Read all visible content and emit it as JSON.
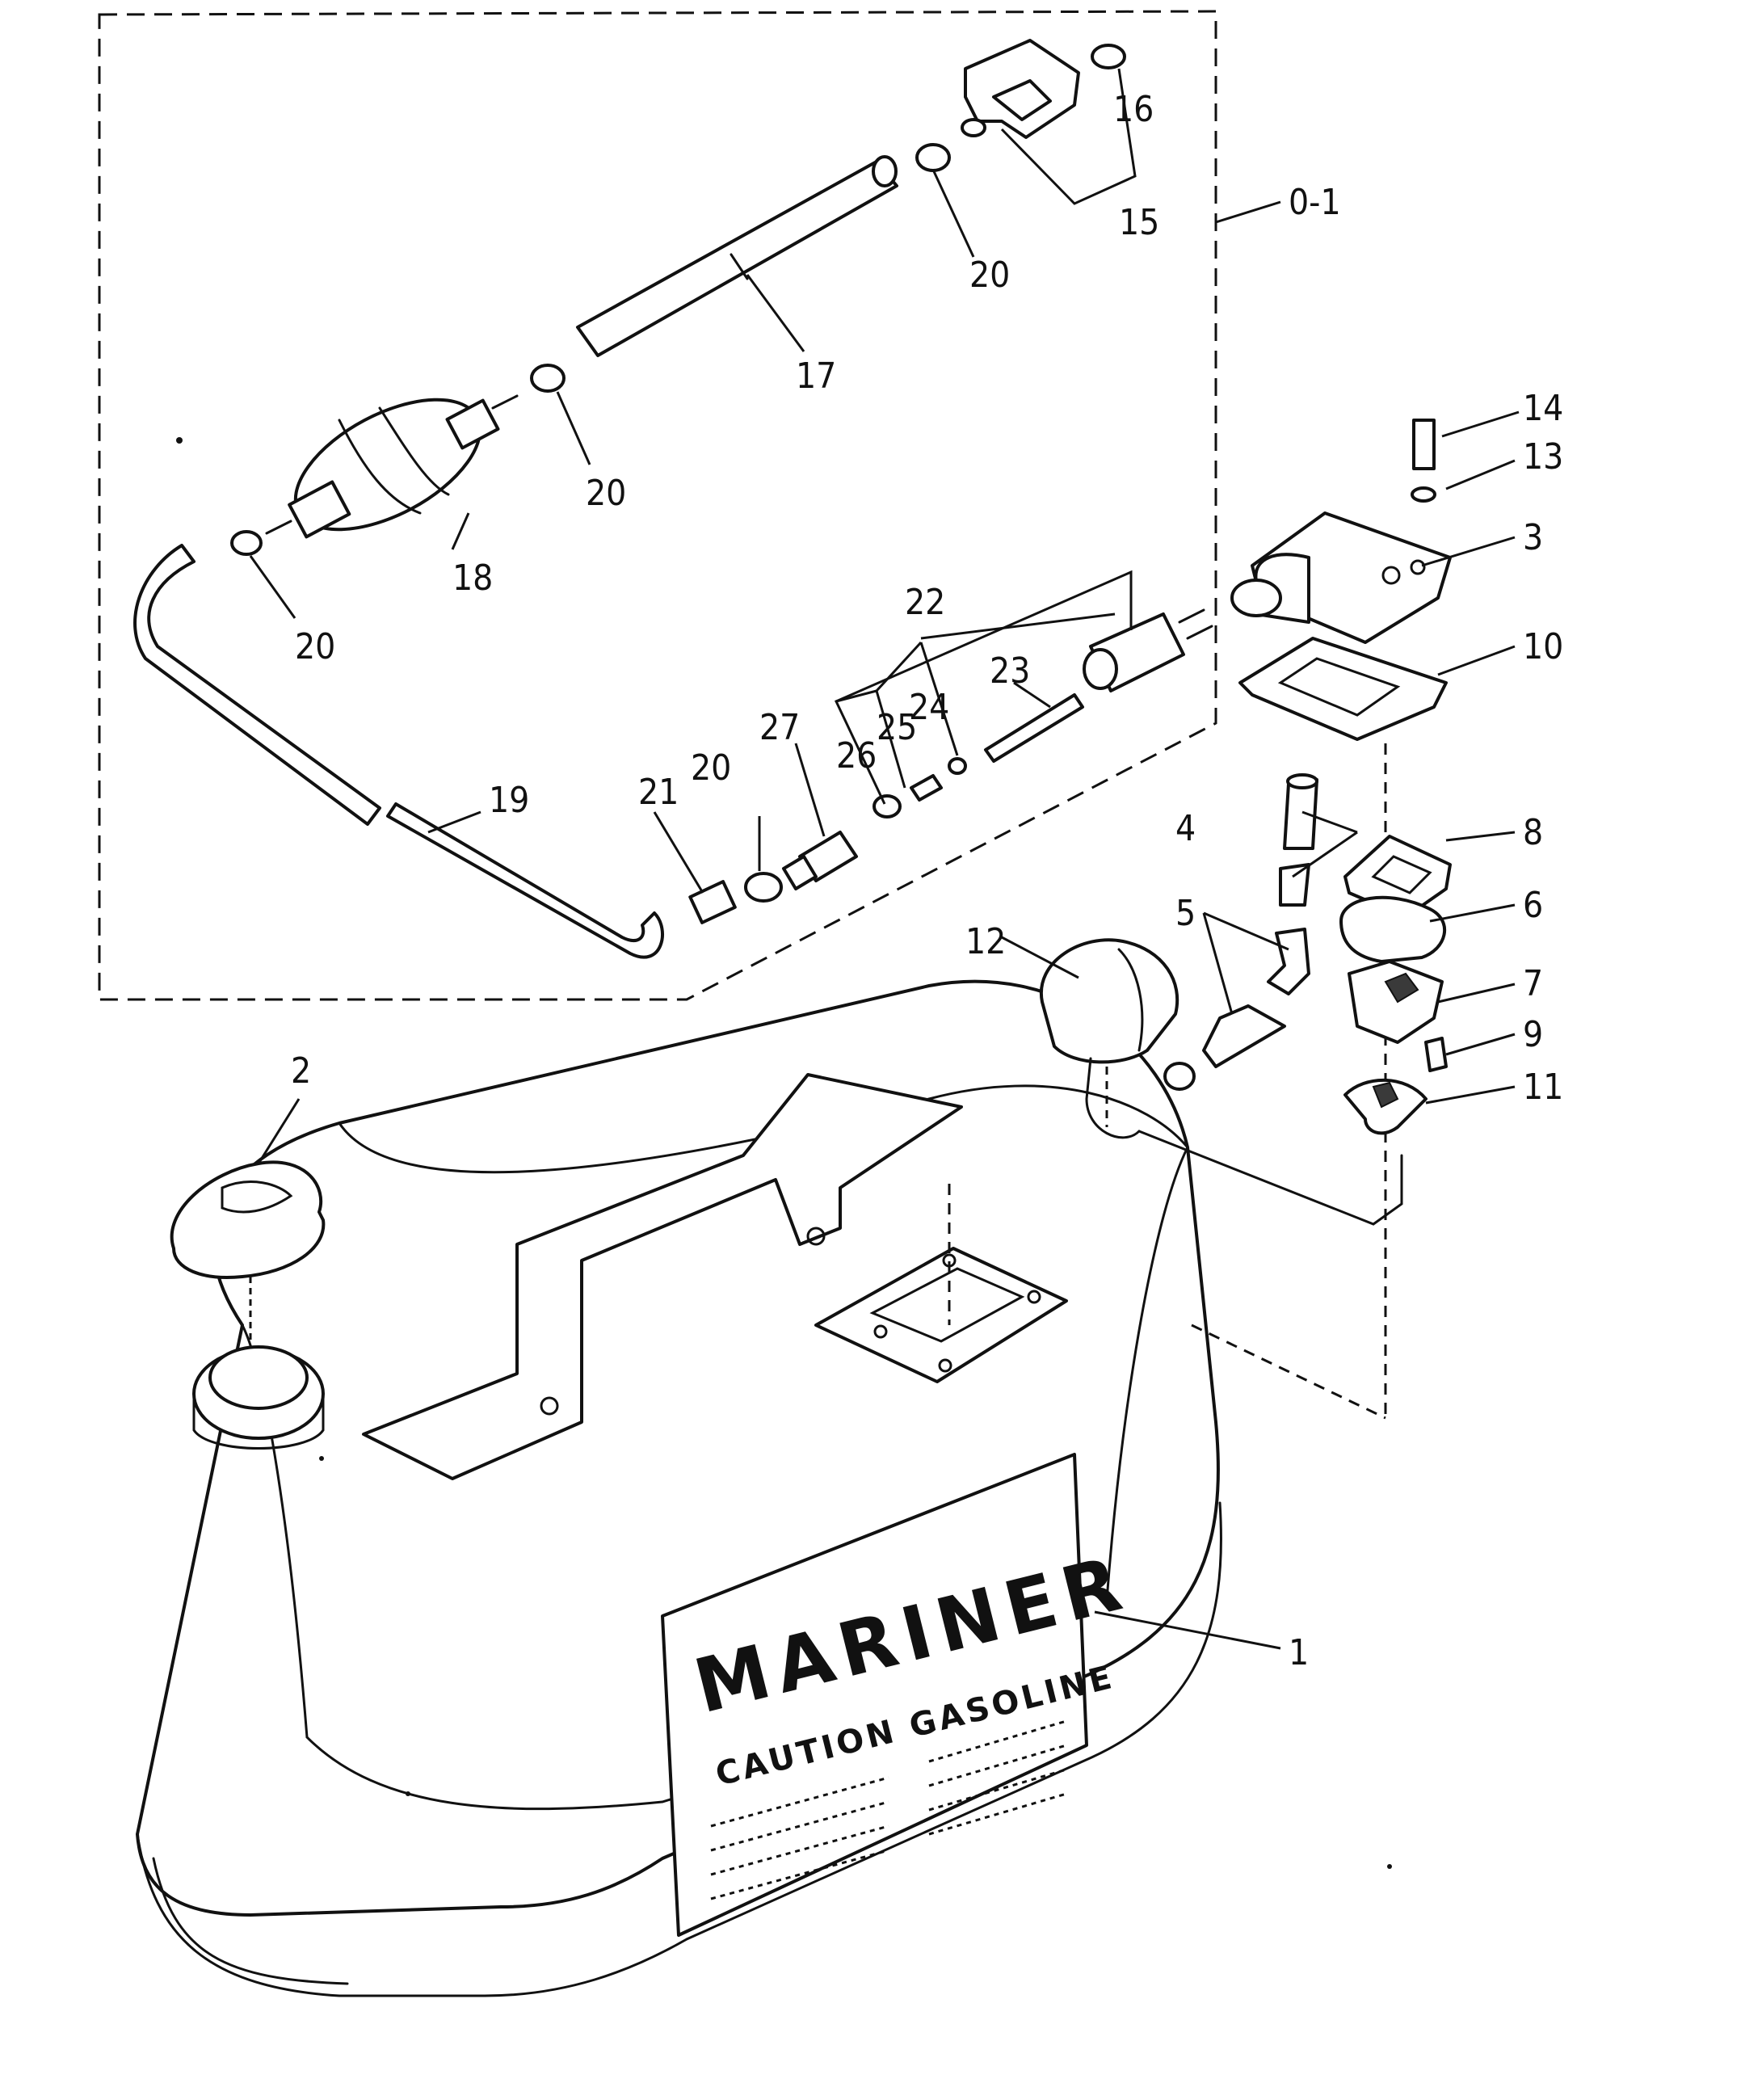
{
  "callouts": {
    "c0_1": "0-1",
    "c1": "1",
    "c2": "2",
    "c3": "3",
    "c4": "4",
    "c5": "5",
    "c6": "6",
    "c7": "7",
    "c8": "8",
    "c9": "9",
    "c10": "10",
    "c11": "11",
    "c12": "12",
    "c13": "13",
    "c14": "14",
    "c15": "15",
    "c16": "16",
    "c17": "17",
    "c18": "18",
    "c19": "19",
    "c20a": "20",
    "c20b": "20",
    "c20c": "20",
    "c20d": "20",
    "c21": "21",
    "c22": "22",
    "c23": "23",
    "c24": "24",
    "c25": "25",
    "c26": "26",
    "c27": "27"
  },
  "decal": {
    "brand": "MARINER",
    "caution": "CAUTION GASOLINE"
  }
}
